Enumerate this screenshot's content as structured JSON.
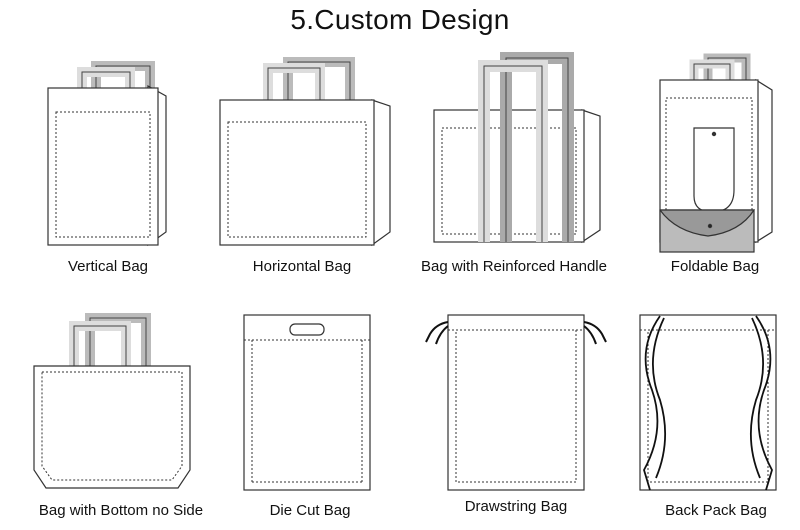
{
  "title": "5.Custom Design",
  "bags": [
    {
      "label": "Vertical Bag",
      "icon": "vertical-bag-icon"
    },
    {
      "label": "Horizontal Bag",
      "icon": "horizontal-bag-icon"
    },
    {
      "label": "Bag with Reinforced Handle",
      "icon": "reinforced-handle-bag-icon"
    },
    {
      "label": "Foldable Bag",
      "icon": "foldable-bag-icon"
    },
    {
      "label": "Bag with Bottom no Side",
      "icon": "bottom-no-side-bag-icon"
    },
    {
      "label": "Die Cut Bag",
      "icon": "die-cut-bag-icon"
    },
    {
      "label": "Drawstring Bag",
      "icon": "drawstring-bag-icon"
    },
    {
      "label": "Back Pack Bag",
      "icon": "back-pack-bag-icon"
    }
  ]
}
